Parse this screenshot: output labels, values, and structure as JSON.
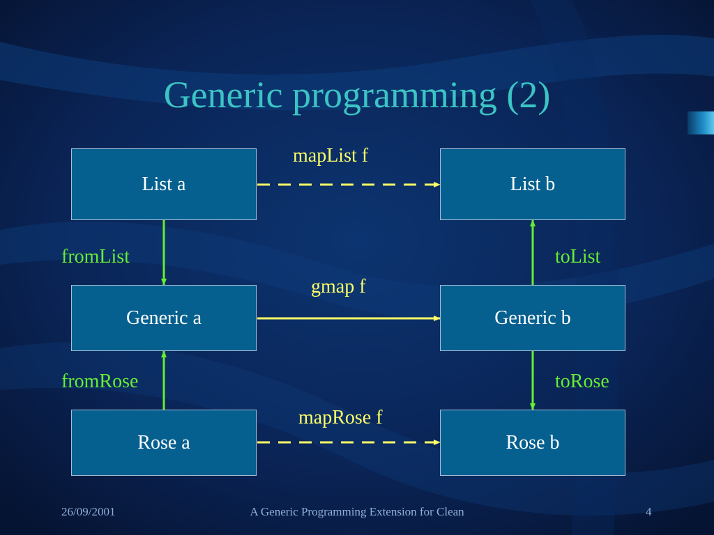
{
  "title": "Generic programming (2)",
  "boxes": {
    "list_a": "List a",
    "list_b": "List b",
    "generic_a": "Generic a",
    "generic_b": "Generic b",
    "rose_a": "Rose a",
    "rose_b": "Rose b"
  },
  "labels": {
    "maplist": "mapList f",
    "gmap": "gmap f",
    "maprose": "mapRose f",
    "fromlist": "fromList",
    "tolist": "toList",
    "fromrose": "fromRose",
    "torose": "toRose"
  },
  "footer": {
    "date": "26/09/2001",
    "center": "A Generic Programming Extension for Clean",
    "page": "4"
  },
  "colors": {
    "title": "#3cc4c4",
    "box_fill": "#05608f",
    "green_arrow": "#66ee33",
    "yellow_arrow": "#ffff66"
  }
}
